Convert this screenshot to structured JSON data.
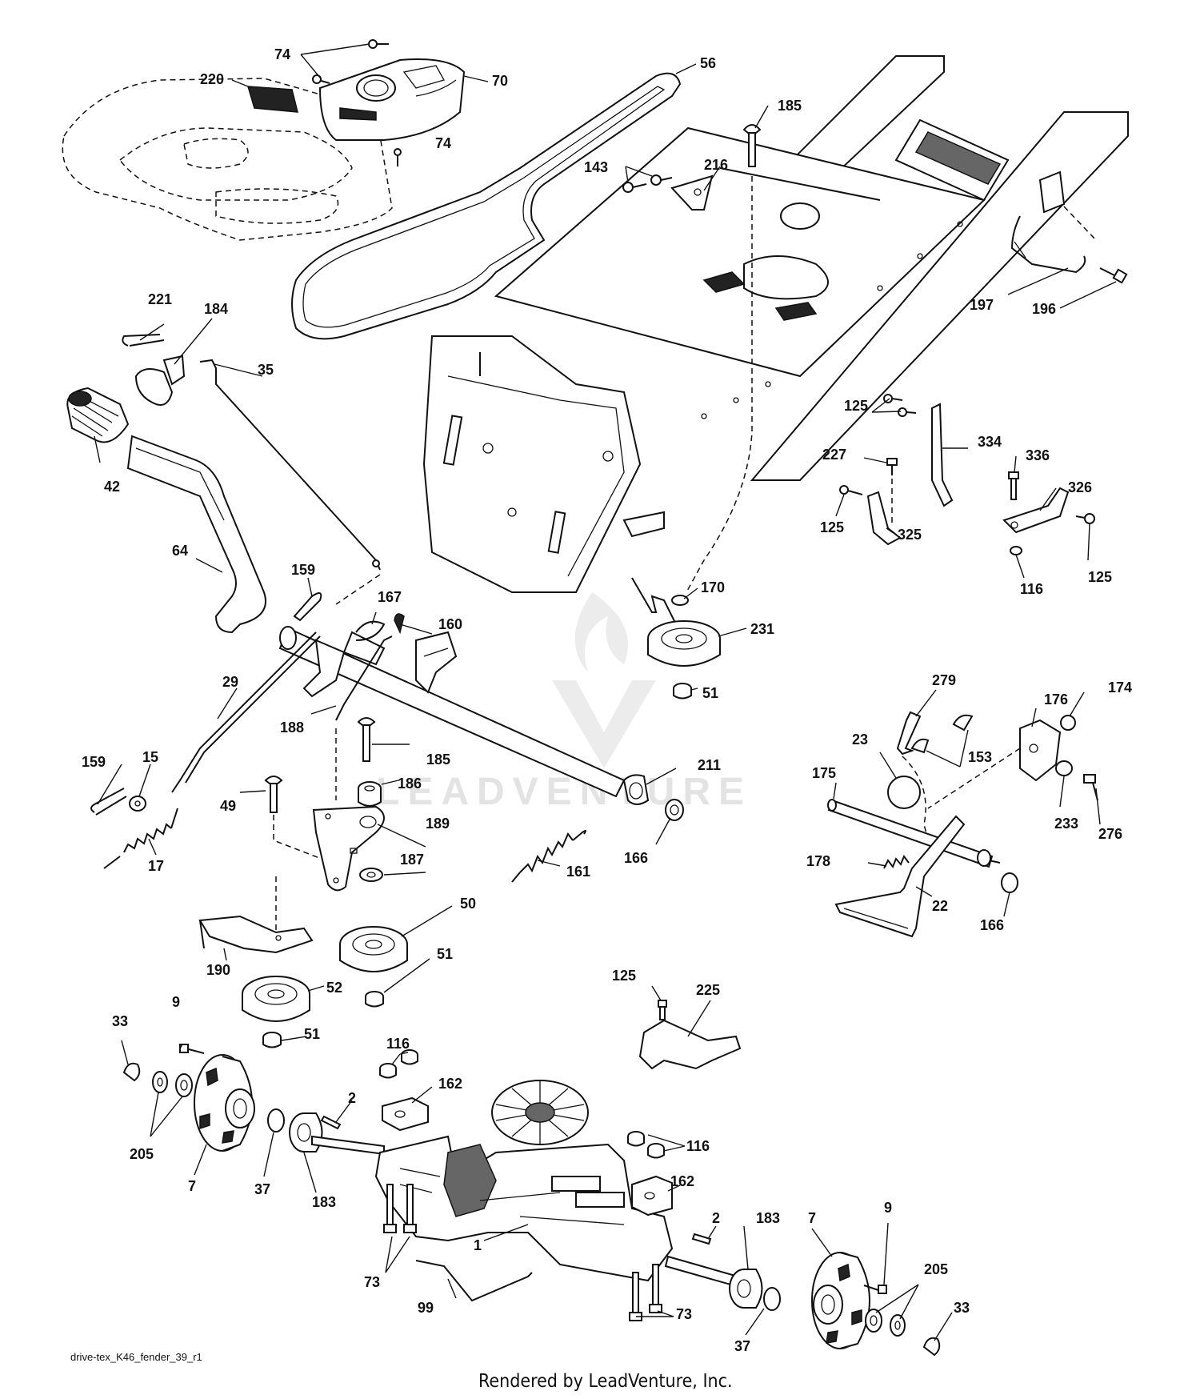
{
  "diagram": {
    "caption": "drive-tex_K46_fender_39_r1",
    "footer": "Rendered by LeadVenture, Inc.",
    "watermark": "LEADVENTURE",
    "labels": {
      "l74a": "74",
      "l74b": "74",
      "l220": "220",
      "l70": "70",
      "l56": "56",
      "l185a": "185",
      "l143": "143",
      "l216": "216",
      "l197": "197",
      "l196": "196",
      "l221": "221",
      "l184": "184",
      "l35": "35",
      "l42": "42",
      "l64": "64",
      "l159a": "159",
      "l167": "167",
      "l160": "160",
      "l29": "29",
      "l188": "188",
      "l185b": "185",
      "l186": "186",
      "l159b": "159",
      "l15": "15",
      "l17": "17",
      "l49": "49",
      "l189": "189",
      "l187": "187",
      "l161": "161",
      "l211": "211",
      "l166a": "166",
      "l50": "50",
      "l51a": "51",
      "l52": "52",
      "l51b": "51",
      "l190": "190",
      "l125a": "125",
      "l334": "334",
      "l227": "227",
      "l125b": "125",
      "l325": "325",
      "l336": "336",
      "l326": "326",
      "l116a": "116",
      "l125c": "125",
      "l170": "170",
      "l231": "231",
      "l51c": "51",
      "l279": "279",
      "l174": "174",
      "l176": "176",
      "l153": "153",
      "l23": "23",
      "l175": "175",
      "l233": "233",
      "l276": "276",
      "l178": "178",
      "l22": "22",
      "l166b": "166",
      "l125d": "125",
      "l225": "225",
      "l33a": "33",
      "l9a": "9",
      "l205a": "205",
      "l7a": "7",
      "l37a": "37",
      "l183a": "183",
      "l116b": "116",
      "l162a": "162",
      "l2a": "2",
      "l116c": "116",
      "l162b": "162",
      "l73a": "73",
      "l99": "99",
      "l1": "1",
      "l2b": "2",
      "l183b": "183",
      "l7b": "7",
      "l9b": "9",
      "l205b": "205",
      "l37b": "37",
      "l73b": "73",
      "l33b": "33"
    }
  }
}
